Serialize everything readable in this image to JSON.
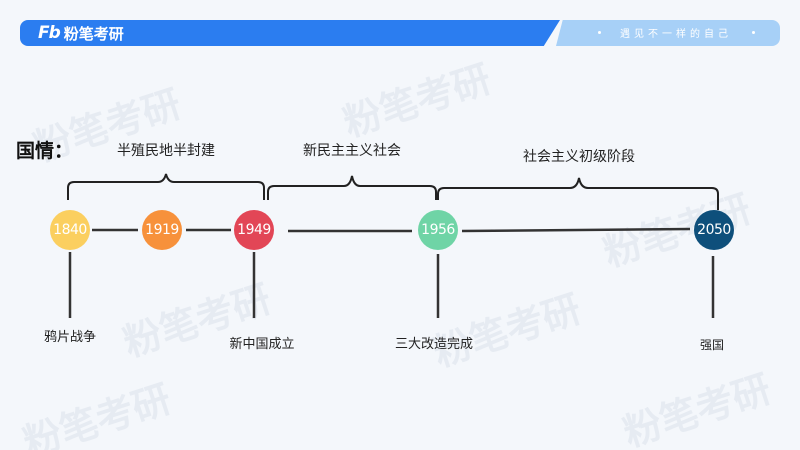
{
  "header": {
    "logo_mark": "Fb",
    "logo_text": "粉笔考研",
    "slogan": "遇见不一样的自己",
    "colors": {
      "primary": "#2b7df0",
      "secondary": "#a7d0f7"
    }
  },
  "watermark_text": "粉笔考研",
  "heading": "国情：",
  "periods": [
    {
      "label": "半殖民地半封建"
    },
    {
      "label": "新民主主义社会"
    },
    {
      "label": "社会主义初级阶段"
    }
  ],
  "nodes": [
    {
      "year": "1840",
      "color": "#fbcf5f",
      "event": "鸦片战争"
    },
    {
      "year": "1919",
      "color": "#f7913b",
      "event": ""
    },
    {
      "year": "1949",
      "color": "#e24656",
      "event": "新中国成立"
    },
    {
      "year": "1956",
      "color": "#6fd4a6",
      "event": "三大改造完成"
    },
    {
      "year": "2050",
      "color": "#0e4f7b",
      "event": "强国"
    }
  ]
}
